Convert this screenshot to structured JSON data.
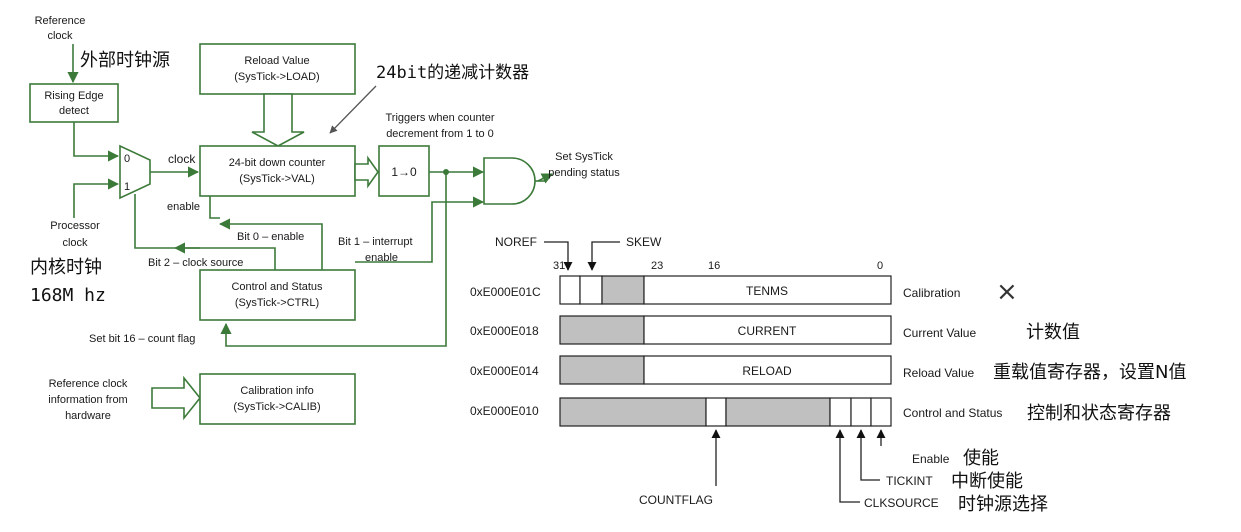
{
  "block": {
    "ref_clock": [
      "Reference",
      "clock"
    ],
    "ext_clock_cn": "外部时钟源",
    "rising_edge": [
      "Rising Edge",
      "detect"
    ],
    "processor_clock": [
      "Processor",
      "clock"
    ],
    "core_clock_cn": "内核时钟",
    "freq": "168M hz",
    "mux_0": "0",
    "mux_1": "1",
    "clock_label": "clock",
    "reload_box": [
      "Reload Value",
      "(SysTick->LOAD)"
    ],
    "counter_note": "24bit的递减计数器",
    "counter_box": [
      "24-bit down counter",
      "(SysTick->VAL)"
    ],
    "enable_label": "enable",
    "trigger_note": [
      "Triggers when counter",
      "decrement from 1 to 0"
    ],
    "one_to_zero": "1→0",
    "set_pending": [
      "Set SysTick",
      "pending status"
    ],
    "bit0": "Bit 0 – enable",
    "bit1": [
      "Bit 1 – interrupt",
      "enable"
    ],
    "bit2": "Bit 2 – clock source",
    "ctrl_box": [
      "Control and Status",
      "(SysTick->CTRL)"
    ],
    "set_bit16": "Set bit 16 – count flag",
    "calib_ref": [
      "Reference clock",
      "information from",
      "hardware"
    ],
    "calib_box": [
      "Calibration info",
      "(SysTick->CALIB)"
    ]
  },
  "regs": {
    "noref": "NOREF",
    "skew": "SKEW",
    "bit_numbers": [
      "31",
      "23",
      "16",
      "0"
    ],
    "rows": [
      {
        "addr": "0xE000E01C",
        "field": "TENMS",
        "name": "Calibration",
        "cn": "×"
      },
      {
        "addr": "0xE000E018",
        "field": "CURRENT",
        "name": "Current Value",
        "cn": "计数值"
      },
      {
        "addr": "0xE000E014",
        "field": "RELOAD",
        "name": "Reload Value",
        "cn": "重载值寄存器，设置N值"
      },
      {
        "addr": "0xE000E010",
        "field": "",
        "name": "Control and Status",
        "cn": "控制和状态寄存器"
      }
    ],
    "countflag": "COUNTFLAG",
    "enable": "Enable",
    "enable_cn": "使能",
    "tickint": "TICKINT",
    "tickint_cn": "中断使能",
    "clksource": "CLKSOURCE",
    "clksource_cn": "时钟源选择"
  }
}
